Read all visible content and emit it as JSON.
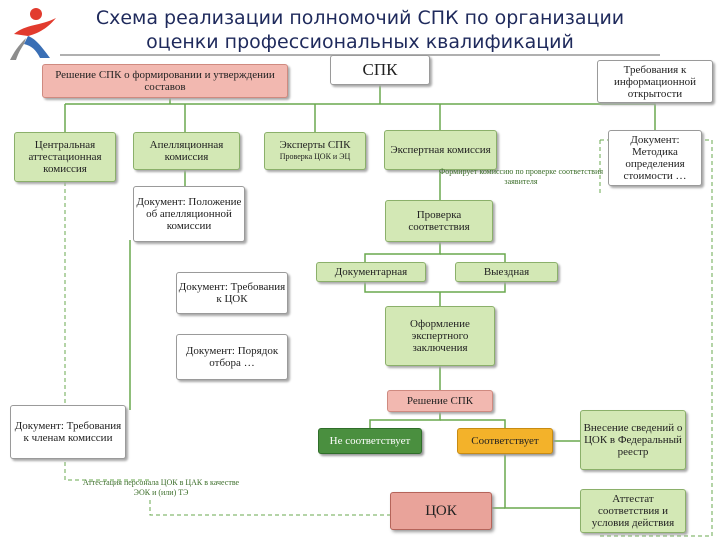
{
  "title": {
    "line1": "Схема реализации полномочий СПК по организации",
    "line2": "оценки профессиональных квалификаций"
  },
  "logo": {
    "icon": "person-figure-logo-icon"
  },
  "colors": {
    "accent_green": "#4a8f3f",
    "light_green": "#d3e8b5",
    "pink": "#f2b8b0",
    "orange": "#f3b22a",
    "connector": "#6aa84f"
  },
  "nodes": {
    "spk": "СПК",
    "decision_compositions": "Решение СПК о формировании и утверждении составов",
    "info_requirements": "Требования к информационной открытости",
    "central_commission": "Центральная аттестационная комиссия",
    "appeal_commission": "Апелляционная комиссия",
    "spk_experts_1": "Эксперты СПК",
    "spk_experts_2": "Проверка ЦОК и ЭЦ",
    "expert_commission": "Экспертная комиссия",
    "cost_method": "Документ: Методика определения стоимости …",
    "appeal_doc": "Документ: Положение об апелляционной комиссии",
    "compliance_check": "Проверка соответствия",
    "coc_requirements": "Документ: Требования к ЦОК",
    "documentary": "Документарная",
    "onsite": "Выездная",
    "expert_conclusion": "Оформление экспертного заключения",
    "selection_procedure": "Документ: Порядок отбора …",
    "spk_decision": "Решение СПК",
    "members_requirements": "Документ: Требования к членам комиссии",
    "not_compliant": "Не соответствует",
    "compliant": "Соответствует",
    "registry_entry": "Внесение сведений о ЦОК в Федеральный реестр",
    "certificate": "Аттестат соответствия и условия действия",
    "coc": "ЦОК"
  },
  "notes": {
    "commission_forms": "Формирует комиссию по проверке соответствия заявителя",
    "staff_certification": "Аттестация персонала ЦОК в ЦАК в качестве ЭОК и (или) ТЭ"
  }
}
